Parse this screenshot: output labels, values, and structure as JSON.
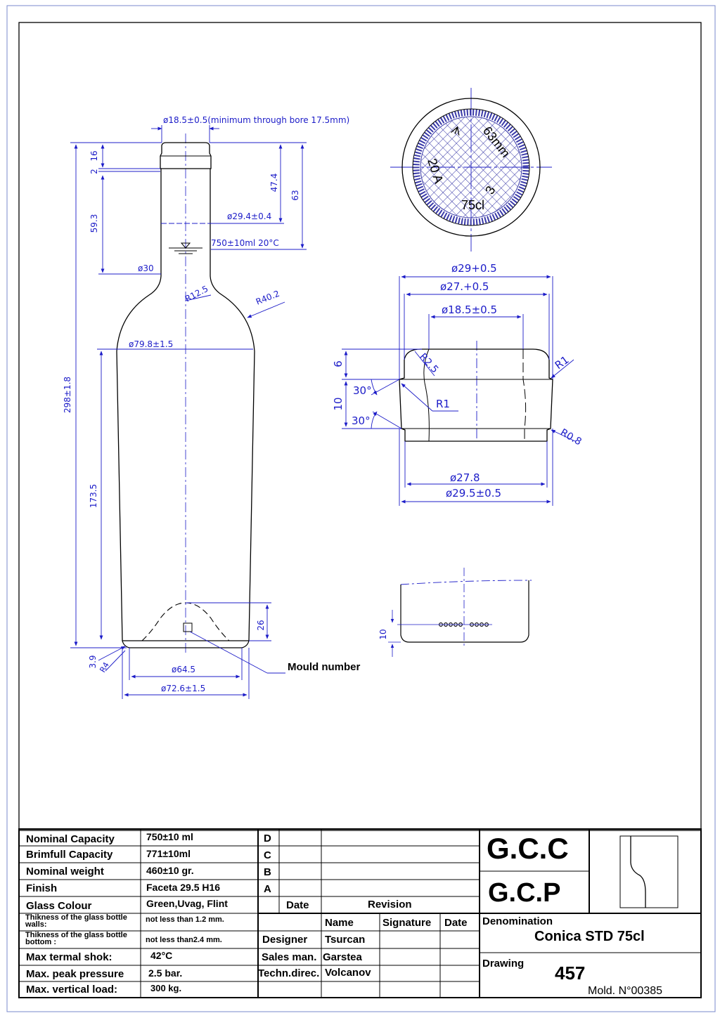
{
  "colors": {
    "dimension": "#1c1cc8",
    "outline": "#000000",
    "mesh": "#3a3aa8"
  },
  "dimensions": {
    "bore": "ø18.5±0.5(minimum through bore 17.5mm)",
    "d16": "16",
    "d2": "2",
    "d59_3": "59.3",
    "d47_4": "47.4",
    "d63": "63",
    "neck_dia": "ø29.4±0.4",
    "fill_level": "750±10ml 20°C",
    "shoulder_dia": "ø30",
    "r12_5": "R12.5",
    "r40_2": "R40.2",
    "body_dia": "ø79.8±1.5",
    "height": "298±1.8",
    "d173_5": "173.5",
    "d26": "26",
    "d3_9": "3.9",
    "r4": "R4",
    "base_inner": "ø64.5",
    "base_outer": "ø72.6±1.5",
    "mould_number": "Mould number"
  },
  "finish_detail": {
    "d29": "ø29+0.5",
    "d27": "ø27.+0.5",
    "d18": "ø18.5±0.5",
    "r2_5": "R2.5",
    "r1_top": "R1",
    "r1_mid": "R1",
    "r0_8": "R0.8",
    "d6": "6",
    "d10": "10",
    "angle1": "30°",
    "angle2": "30°",
    "d27_8": "ø27.8",
    "d29_5": "ø29.5±0.5"
  },
  "base_view": {
    "text_top": "ᗑ",
    "text_mm": "63mm",
    "text_left": "20 A",
    "text_cl": "75cl",
    "text_num": "3"
  },
  "side_detail": {
    "d10": "10"
  },
  "specs": [
    {
      "label": "Nominal Capacity",
      "value": "750±10 ml"
    },
    {
      "label": "Brimfull Capacity",
      "value": "771±10ml"
    },
    {
      "label": "Nominal weight",
      "value": "460±10 gr."
    },
    {
      "label": "Finish",
      "value": "Faceta 29.5 H16"
    },
    {
      "label": "Glass Colour",
      "value": "Green,Uvag, Flint"
    },
    {
      "label": "Thikness of the glass bottle walls:",
      "value": "not less than 1.2 mm."
    },
    {
      "label": "Thikness of the glass bottle bottom :",
      "value": "not less than2.4 mm."
    },
    {
      "label": "Max termal shok:",
      "value": "42°C"
    },
    {
      "label": "Max. peak pressure",
      "value": "2.5 bar."
    },
    {
      "label": "Max. vertical load:",
      "value": "300 kg."
    }
  ],
  "revisions": {
    "rows": [
      "D",
      "C",
      "B",
      "A"
    ],
    "date_header": "Date",
    "revision_header": "Revision"
  },
  "signatures": {
    "name_header": "Name",
    "signature_header": "Signature",
    "date_header": "Date",
    "rows": [
      {
        "role": "Designer",
        "name": "Tsurcan"
      },
      {
        "role": "Sales man.",
        "name": "Garstea"
      },
      {
        "role": "Techn.direc.",
        "name": "Volcanov"
      }
    ]
  },
  "company": {
    "name1": "G.C.C",
    "name2": "G.C.P",
    "denomination_label": "Denomination",
    "denomination": "Conica STD 75cl",
    "drawing_label": "Drawing",
    "drawing_number": "457",
    "mould_no": "Mold. N°00385"
  }
}
